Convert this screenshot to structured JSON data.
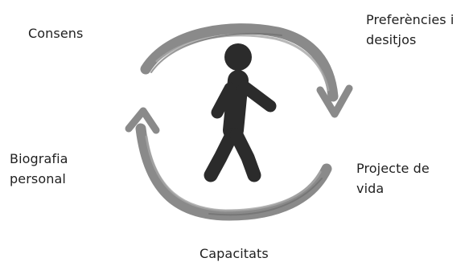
{
  "diagram": {
    "labels": {
      "consens": "Consens",
      "preferences_line1": "Preferències i",
      "preferences_line2": "desitjos",
      "biography_line1": "Biografia",
      "biography_line2": "personal",
      "project_line1": "Projecte de",
      "project_line2": "vida",
      "capacities": "Capacitats"
    },
    "icons": {
      "center": "walking-person-icon",
      "top_arrow": "curved-arrow-clockwise-icon",
      "bottom_arrow": "curved-arrow-clockwise-icon"
    },
    "colors": {
      "arrow": "#8a8a8a",
      "figure": "#2b2b2b",
      "text": "#1f1f1f",
      "background": "#ffffff"
    }
  }
}
